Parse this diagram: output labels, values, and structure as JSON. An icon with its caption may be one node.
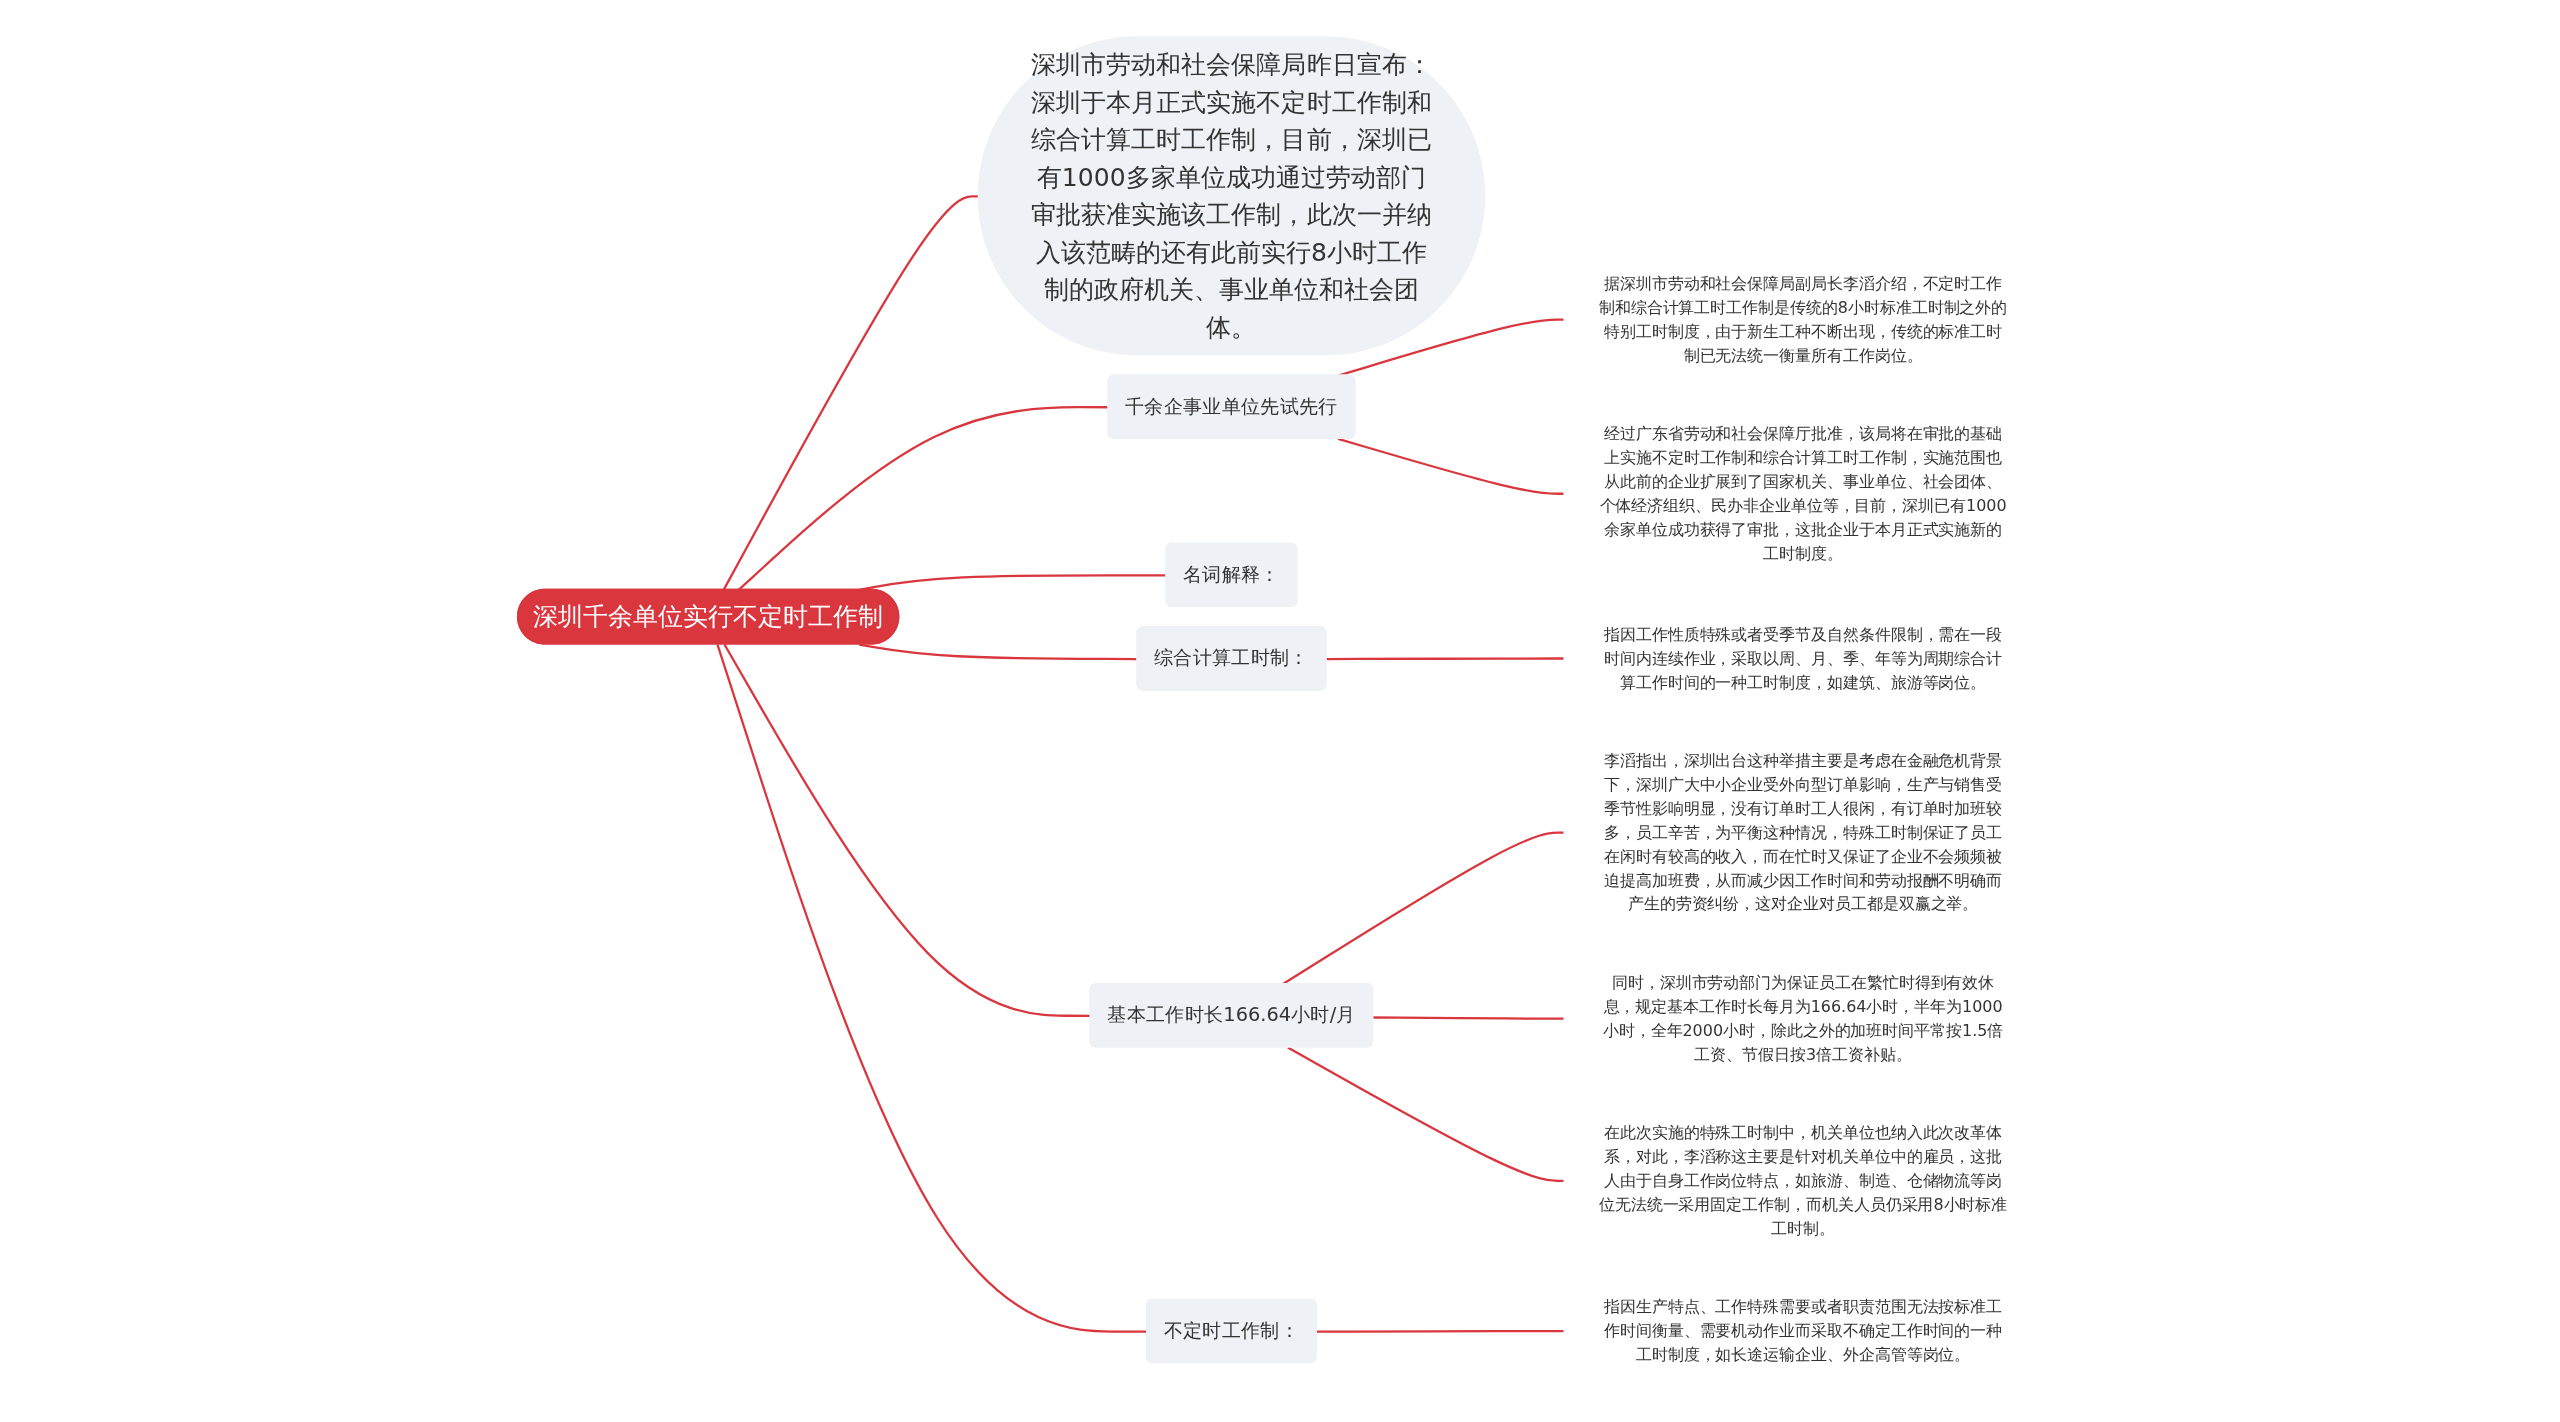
{
  "diagram": {
    "nodes": [
      {
        "text": [
          "深圳千余单位实行不定时工作制"
        ]
      },
      {
        "text": [
          "深圳市劳动和社会保障局昨日宣布：深圳于本月正式实施不定时工作制和综合计算工时工作制，目前，深圳已有1000多家单位成功通过劳动部门审批获准实施该工作制，此次一并纳入该范畴的还有此前实行8小时工作制的政府机关、事业单位和社会团体。"
        ]
      },
      {
        "text": [
          "千余企事业单位先试先行"
        ]
      },
      {
        "text": [
          "据深圳市劳动和社会保障局副局长李滔介绍，不定时工作制和综合计算工时工作制是传统的8小时标准工时制之外的特别工时制度，由于新生工种不断出现，传统的标准工时制已无法统一衡量所有工作岗位。"
        ]
      },
      {
        "text": [
          "经过广东省劳动和社会保障厅批准，该局将在审批的基础上实施不定时工作制和综合计算工时工作制，实施范围也从此前的企业扩展到了国家机关、事业单位、社会团体、个体经济组织、民办非企业单位等，目前，深圳已有1000余家单位成功获得了审批，这批企业于本月正式实施新的工时制度。"
        ]
      },
      {
        "text": [
          "名词解释："
        ]
      },
      {
        "text": [
          "综合计算工时制："
        ]
      },
      {
        "text": [
          "指因工作性质特殊或者受季节及自然条件限制，需在一段时间内连续作业，采取以周、月、季、年等为周期综合计算工作时间的一种工时制度，如建筑、旅游等岗位。"
        ]
      },
      {
        "text": [
          "基本工作时长166.64小时/月"
        ]
      },
      {
        "text": [
          "李滔指出，深圳出台这种举措主要是考虑在金融危机背景下，深圳广大中小企业受外向型订单影响，生产与销售受季节性影响明显，没有订单时工人很闲，有订单时加班较多，员工辛苦，为平衡这种情况，特殊工时制保证了员工在闲时有较高的收入，而在忙时又保证了企业不会频频被迫提高加班费，从而减少因工作时间和劳动报酬不明确而产生的劳资纠纷，这对企业对员工都是双赢之举。"
        ]
      },
      {
        "text": [
          "同时，深圳市劳动部门为保证员工在繁忙时得到有效休息，规定基本工作时长每月为166.64小时，半年为1000小时，全年2000小时，除此之外的加班时间平常按1.5倍工资、节假日按3倍工资补贴。"
        ]
      },
      {
        "text": [
          "在此次实施的特殊工时制中，机关单位也纳入此次改革体系，对此，李滔称这主要是针对机关单位中的雇员，这批人由于自身工作岗位特点，如旅游、制造、仓储物流等岗位无法统一采用固定工作制，而机关人员仍采用8小时标准工时制。"
        ]
      },
      {
        "text": [
          "不定时工作制："
        ]
      },
      {
        "text": [
          "指因生产特点、工作特殊需要或者职责范围无法按标准工作时间衡量、需要机动作业而采取不确定工作时间的一种工时制度，如长途运输企业、外企高管等岗位。"
        ]
      }
    ],
    "edges": [
      {
        "from": 0,
        "to": 1,
        "arrow": "none"
      },
      {
        "from": 0,
        "to": 2,
        "arrow": "none"
      },
      {
        "from": 2,
        "to": 3,
        "arrow": "none"
      },
      {
        "from": 2,
        "to": 4,
        "arrow": "none"
      },
      {
        "from": 0,
        "to": 5,
        "arrow": "none"
      },
      {
        "from": 0,
        "to": 6,
        "arrow": "none"
      },
      {
        "from": 6,
        "to": 7,
        "arrow": "none"
      },
      {
        "from": 0,
        "to": 8,
        "arrow": "none"
      },
      {
        "from": 8,
        "to": 9,
        "arrow": "none"
      },
      {
        "from": 8,
        "to": 10,
        "arrow": "none"
      },
      {
        "from": 8,
        "to": 11,
        "arrow": "none"
      },
      {
        "from": 0,
        "to": 12,
        "arrow": "none"
      },
      {
        "from": 12,
        "to": 13,
        "arrow": "none"
      }
    ]
  }
}
